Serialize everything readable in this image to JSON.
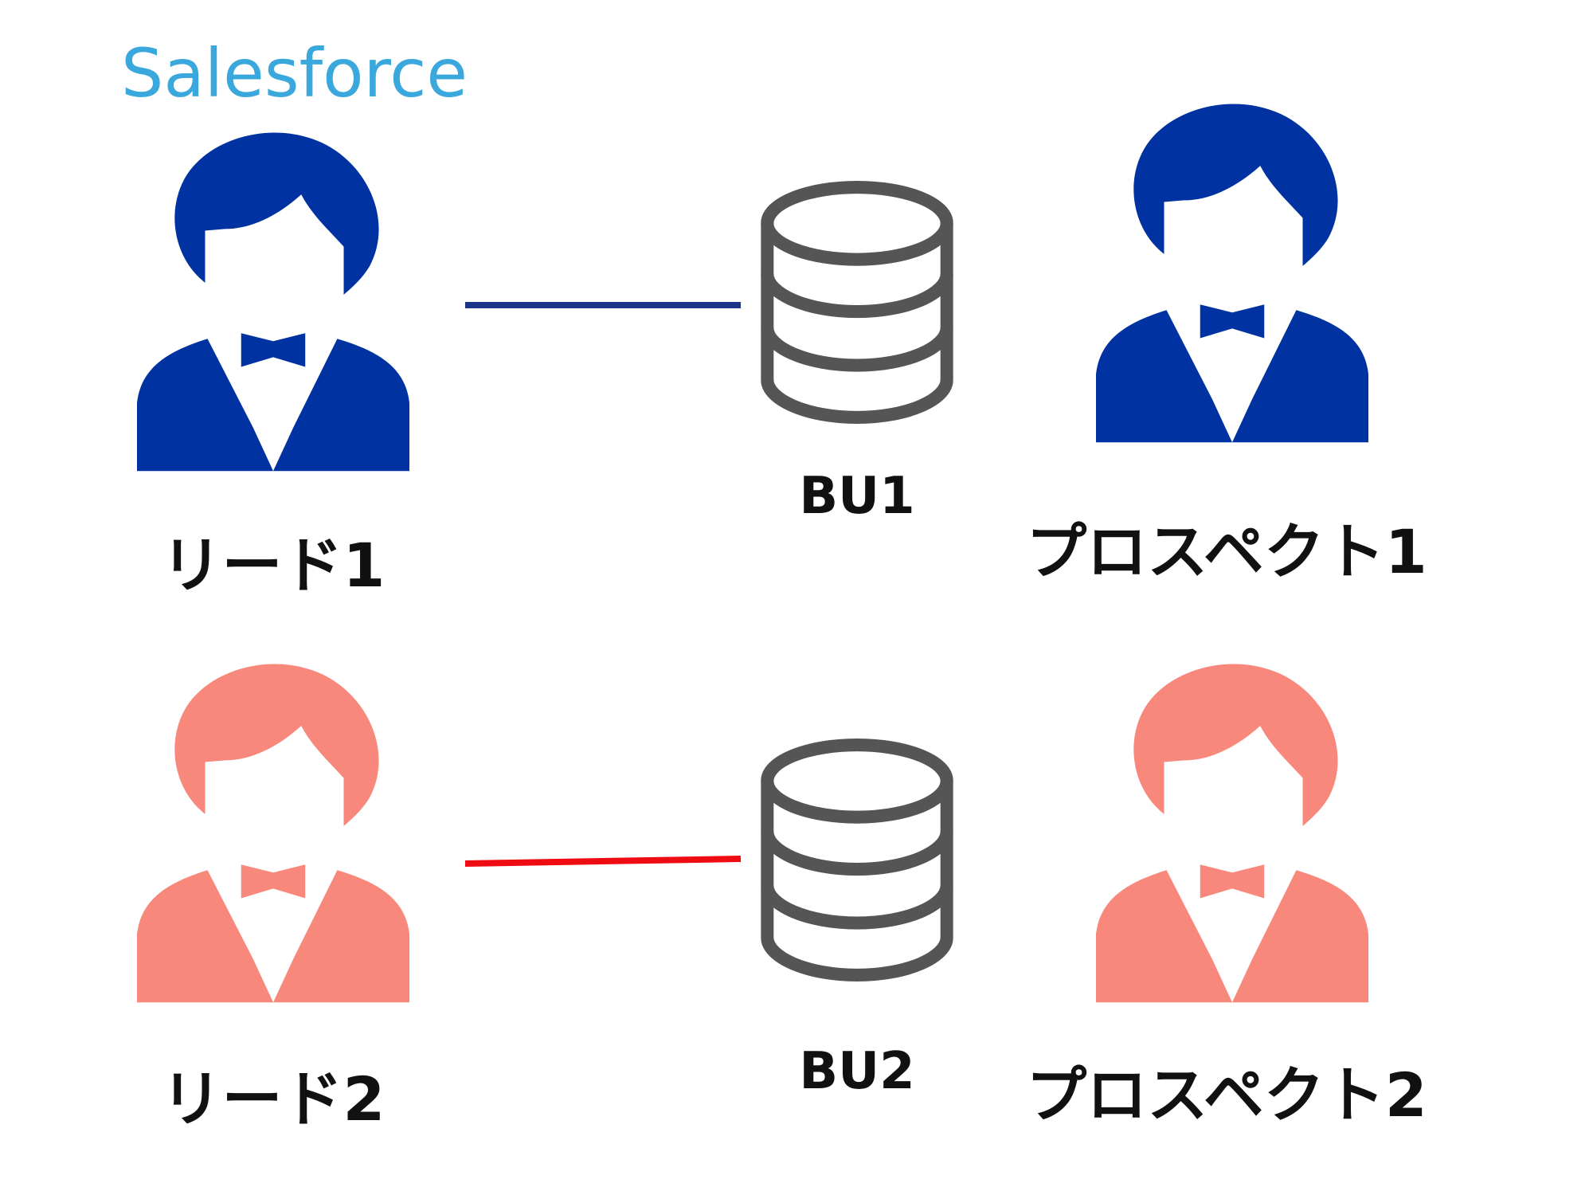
{
  "header": {
    "title": "Salesforce"
  },
  "colors": {
    "title": "#3aa8dc",
    "group1": "#0033a1",
    "group2": "#f7887b",
    "link1": "#1b3388",
    "link2": "#ee0c12",
    "database": "#555555",
    "text": "#111111"
  },
  "rows": [
    {
      "lead_label": "リード1",
      "bu_label": "BU1",
      "prospect_label": "プロスペクト1"
    },
    {
      "lead_label": "リード2",
      "bu_label": "BU2",
      "prospect_label": "プロスペクト2"
    }
  ],
  "icons": {
    "person": "person-with-bowtie-icon",
    "database": "database-cylinder-icon"
  }
}
